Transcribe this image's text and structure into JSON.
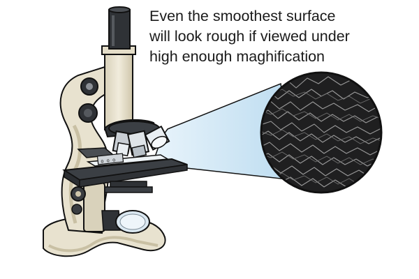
{
  "caption": {
    "line1": "Even the smoothest surface",
    "line2": "will look rough if viewed under",
    "line3": "high enough maghification"
  },
  "illustration": {
    "subject": "microscope",
    "magnified_view": "rough-surface-texture",
    "colors": {
      "body": "#e8e2cf",
      "body_shadow": "#c9c0a4",
      "metal_dark": "#2f3236",
      "stage": "#3b3f44",
      "light_beam": "#cfe7f6",
      "texture_bg": "#1f1f20",
      "texture_lines": "#9a9a9a",
      "outline": "#111111"
    }
  }
}
